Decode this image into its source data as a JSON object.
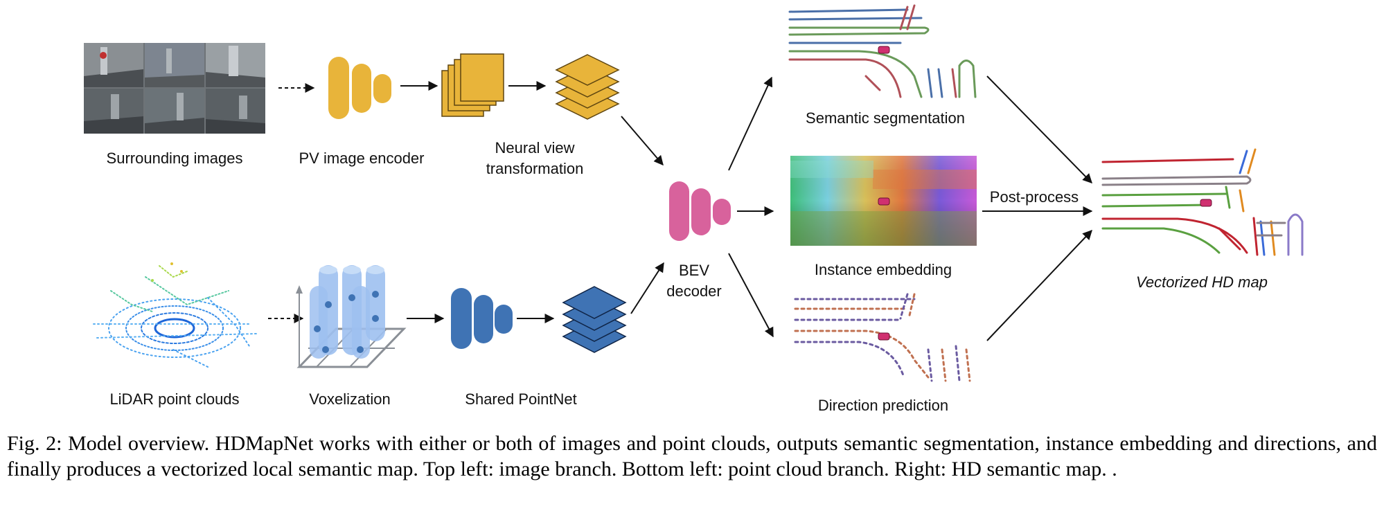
{
  "colors": {
    "image_branch": "#E8B43A",
    "image_branch_stroke": "#8a6a1e",
    "point_branch": "#3F73B4",
    "point_branch_light": "#9DC0F0",
    "decoder": "#D8629C",
    "arrow": "#111111"
  },
  "labels": {
    "surrounding_images": "Surrounding images",
    "pv_image_encoder": "PV image encoder",
    "neural_view_line1": "Neural view",
    "neural_view_line2": "transformation",
    "lidar": "LiDAR point clouds",
    "voxelization": "Voxelization",
    "shared_pointnet": "Shared PointNet",
    "bev_line1": "BEV",
    "bev_line2": "decoder",
    "semantic_segmentation": "Semantic segmentation",
    "instance_embedding": "Instance embedding",
    "direction_prediction": "Direction prediction",
    "post_process": "Post-process",
    "vectorized_hd_map": "Vectorized HD map"
  },
  "caption": {
    "text": "Fig. 2: Model overview. HDMapNet works with either or both of images and point clouds, outputs semantic segmentation, instance embedding and directions, and finally produces a vectorized local semantic map. Top left: image branch. Bottom left: point cloud branch. Right: HD semantic map. ."
  },
  "icons": {
    "camera_photos": "camera-grid-icon",
    "point_cloud": "lidar-scan-icon",
    "encoder": "encoder-pills-icon",
    "feature_maps": "stacked-squares-icon",
    "bev_planes": "stacked-diamonds-icon",
    "voxels": "voxel-pillars-icon",
    "car": "ego-car-icon"
  }
}
